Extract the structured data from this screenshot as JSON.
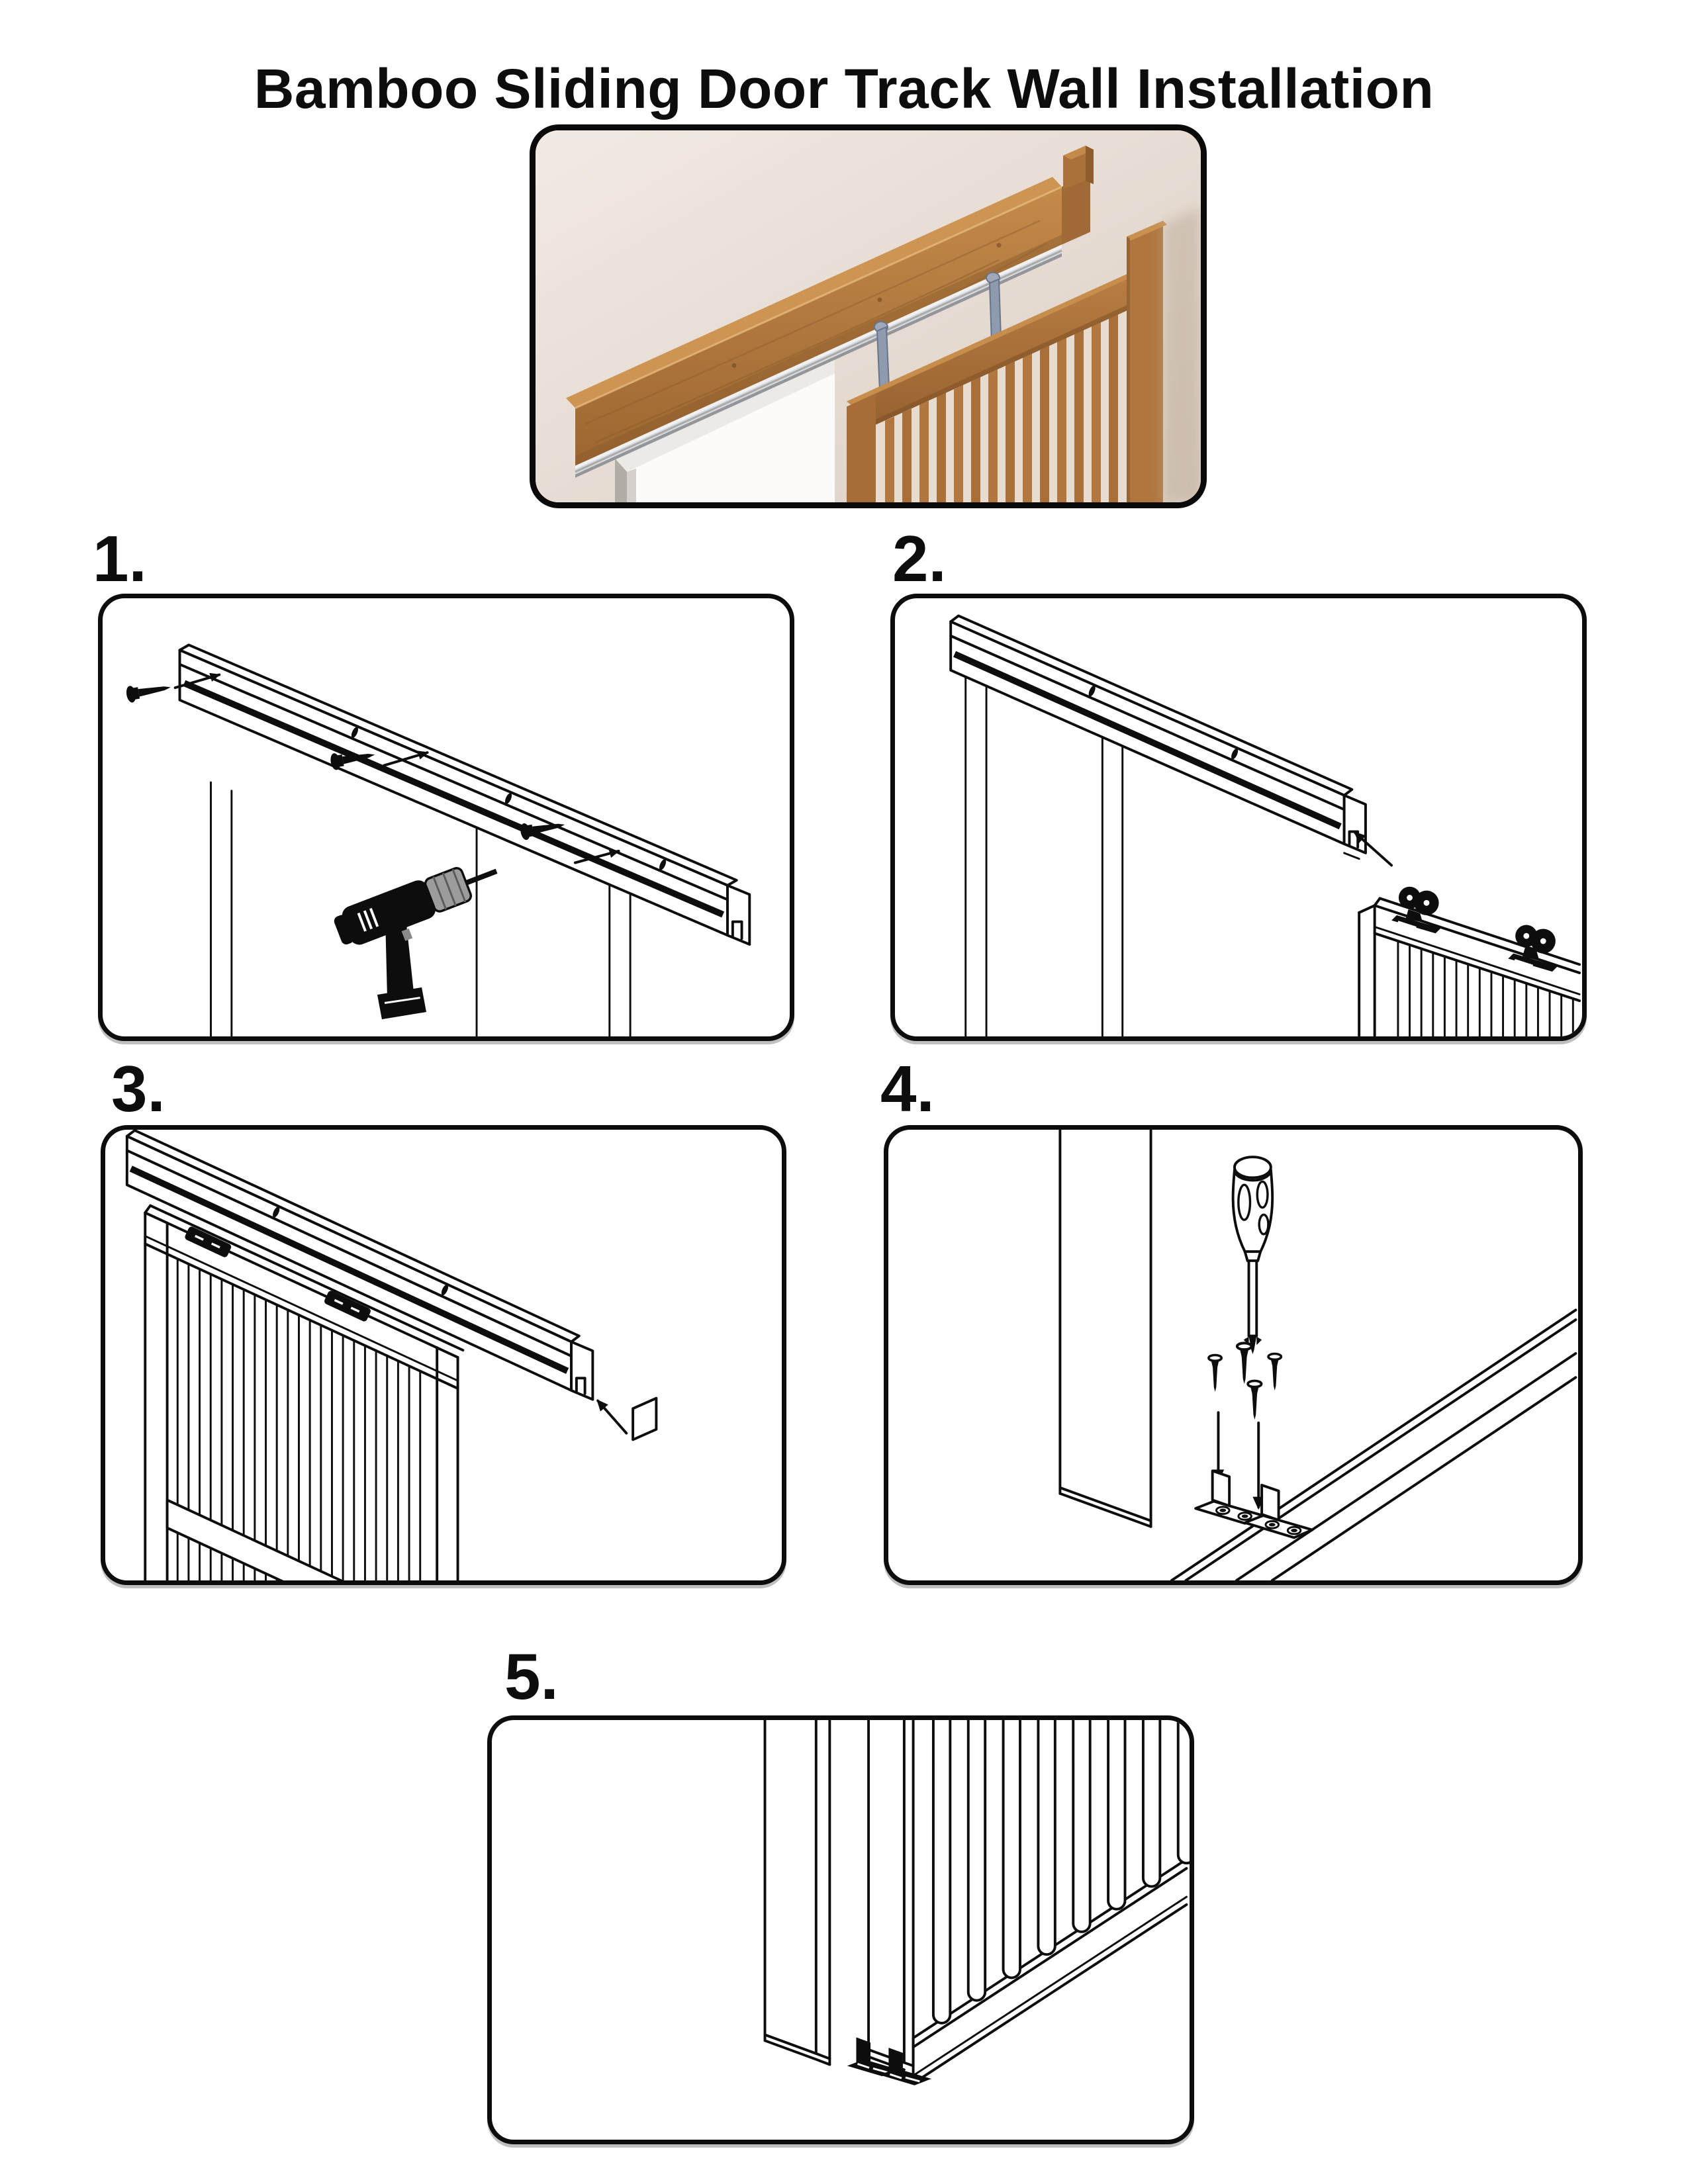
{
  "page": {
    "title": "Bamboo Sliding Door Track Wall Installation",
    "background_color": "#ffffff",
    "line_color": "#0d0d0d"
  },
  "hero_photo": {
    "name": "installed-door-photo",
    "wall_color": "#e9e0d7",
    "wood_color": "#b07a41",
    "track_color": "#d9dadc",
    "door_slat_color": "#b1773f"
  },
  "steps": [
    {
      "label": "1.",
      "illustration": "screw-track-to-wall-with-drill"
    },
    {
      "label": "2.",
      "illustration": "lift-door-rollers-into-track"
    },
    {
      "label": "3.",
      "illustration": "insert-track-end-cap"
    },
    {
      "label": "4.",
      "illustration": "screw-floor-guides-with-screwdriver"
    },
    {
      "label": "5.",
      "illustration": "door-bottom-slides-in-floor-guides"
    }
  ]
}
